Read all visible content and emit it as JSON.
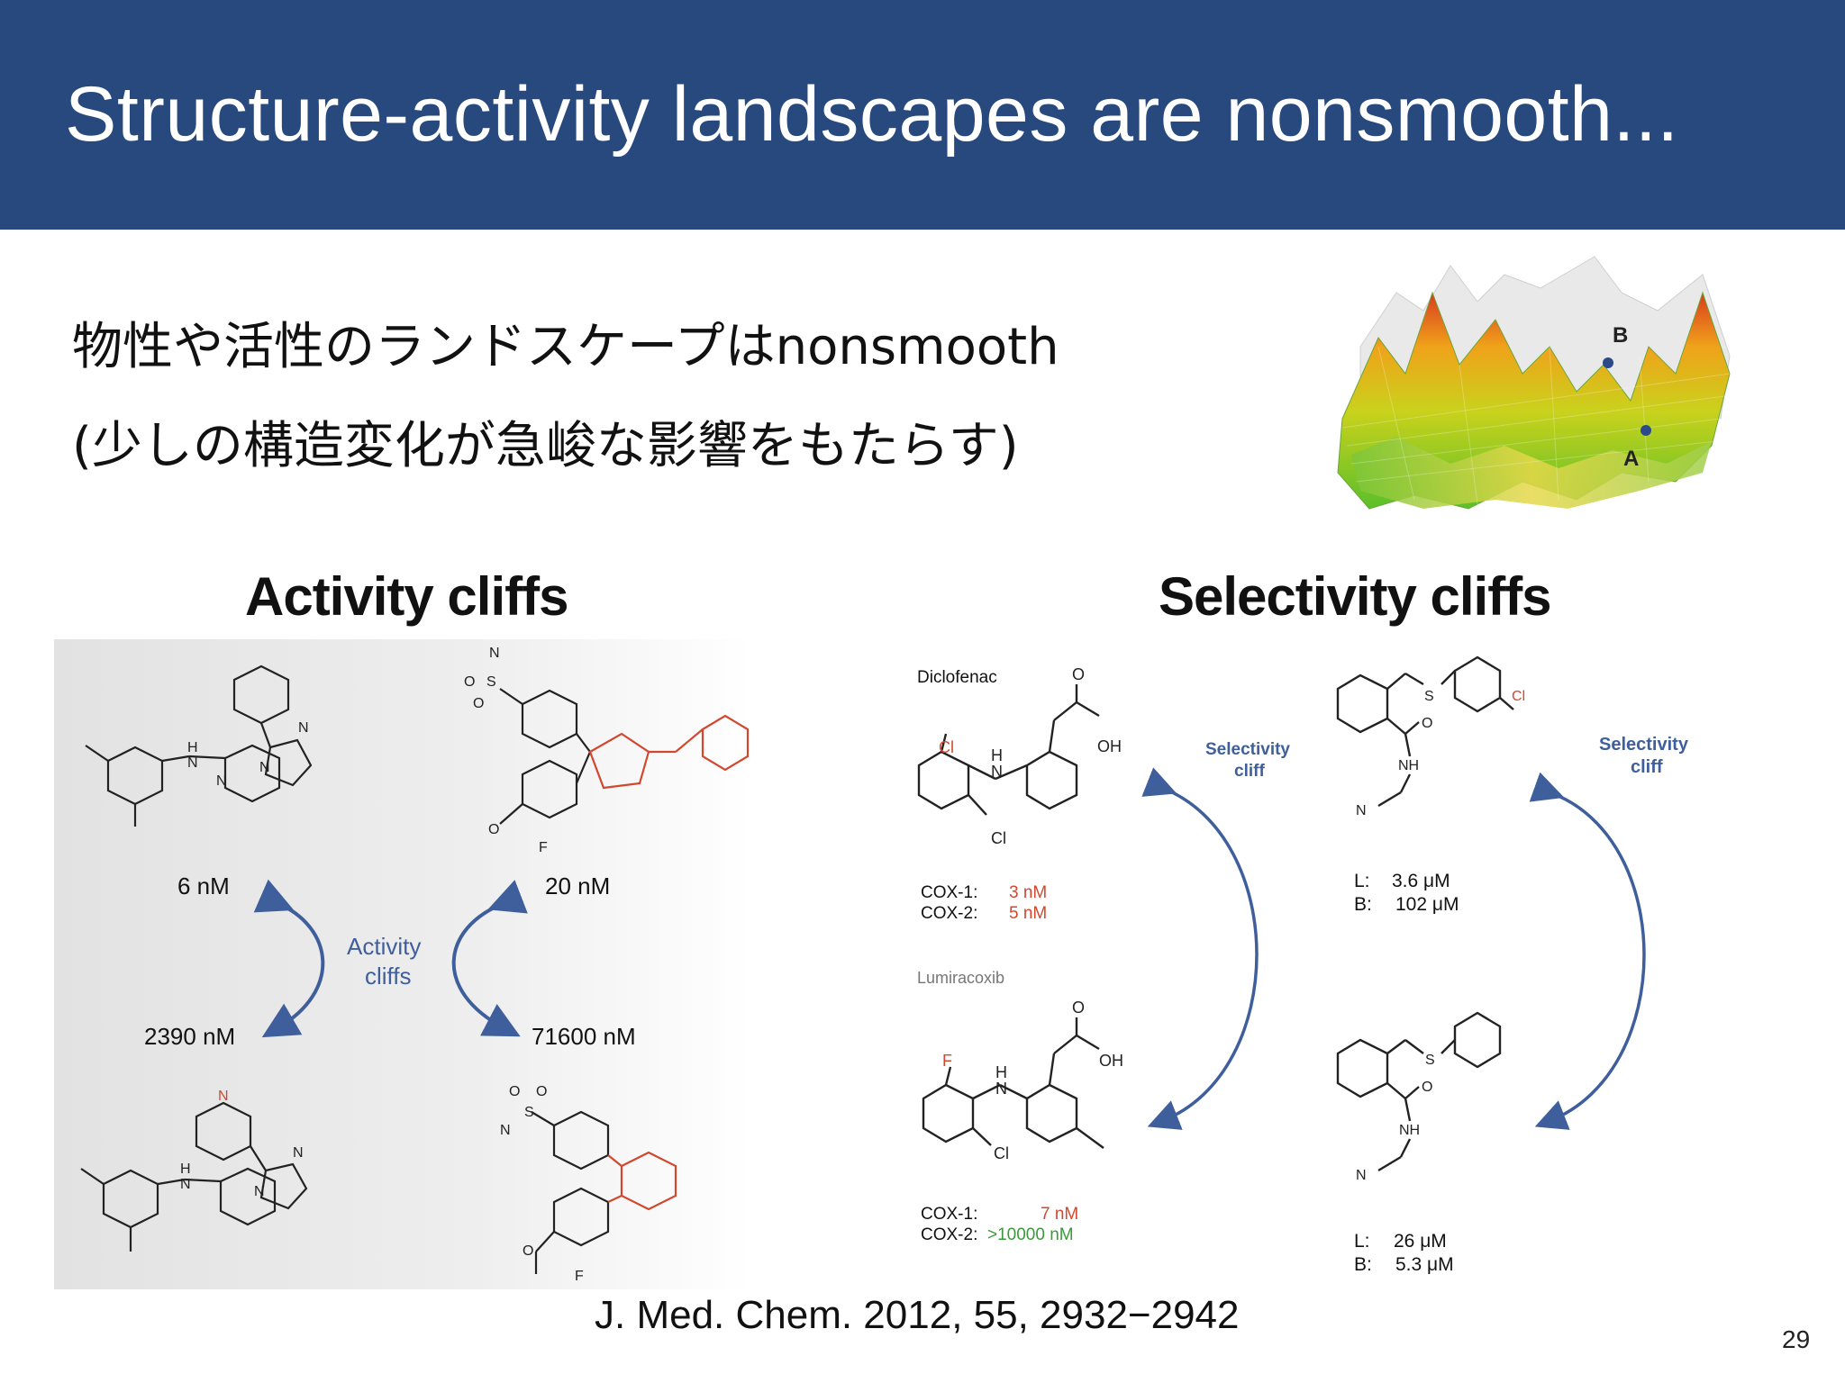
{
  "slide": {
    "title": "Structure-activity landscapes are nonsmooth...",
    "bullets": [
      "物性や活性のランドスケープはnonsmooth",
      "(少しの構造変化が急峻な影響をもたらす)"
    ],
    "page_number": "29",
    "citation": "J. Med. Chem. 2012, 55, 2932−2942"
  },
  "landscape": {
    "point_b": "B",
    "point_a": "A"
  },
  "activity_cliffs": {
    "heading": "Activity cliffs",
    "center_label": [
      "Activity",
      "cliffs"
    ],
    "values": {
      "top_left": "6 nM",
      "bottom_left": "2390 nM",
      "top_right": "20 nM",
      "bottom_right": "71600 nM"
    },
    "atoms": {
      "N": "N",
      "H": "H",
      "S": "S",
      "O": "O",
      "F": "F"
    }
  },
  "selectivity_cliffs": {
    "heading": "Selectivity cliffs",
    "arrow_label": [
      "Selectivity",
      "cliff"
    ],
    "diclofenac": {
      "name": "Diclofenac",
      "cox1_label": "COX-1:",
      "cox1_value": "3 nM",
      "cox2_label": "COX-2:",
      "cox2_value": "5 nM"
    },
    "lumiracoxib": {
      "name": "Lumiracoxib",
      "cox1_label": "COX-1:",
      "cox1_value": "7 nM",
      "cox2_label": "COX-2:",
      "cox2_value": ">10000 nM"
    },
    "compound_top": {
      "l_label": "L:",
      "l_value": "3.6 μM",
      "b_label": "B:",
      "b_value": "102 μM"
    },
    "compound_bottom": {
      "l_label": "L:",
      "l_value": "26 μM",
      "b_label": "B:",
      "b_value": "5.3 μM"
    },
    "atoms": {
      "Cl": "Cl",
      "F": "F",
      "OH": "OH",
      "O": "O",
      "N": "N",
      "H": "H",
      "NH": "NH",
      "S": "S"
    }
  },
  "colors": {
    "header": "#27497d",
    "accent_blue": "#3f5f9c",
    "red": "#d2482f",
    "green": "#3a9a3a"
  }
}
